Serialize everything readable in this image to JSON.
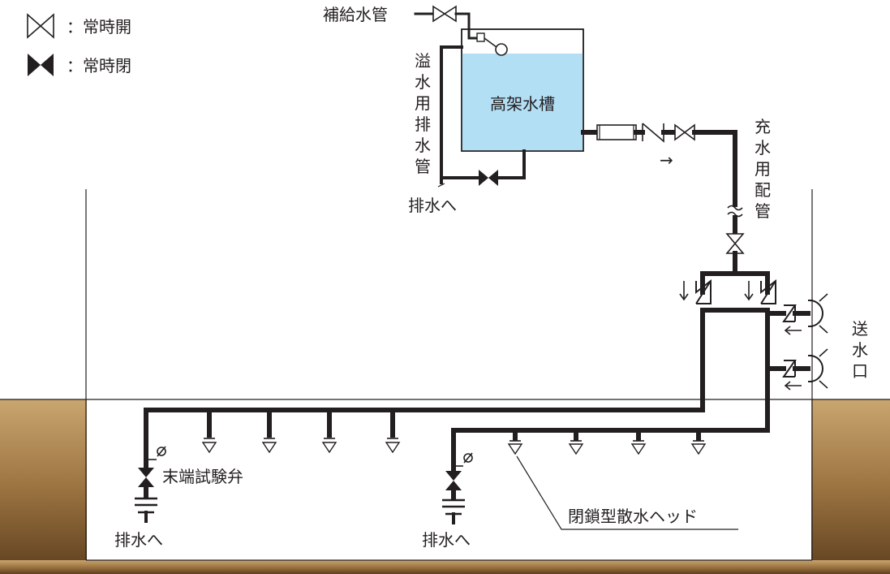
{
  "legend": {
    "open_label": "：常時開",
    "closed_label": "：常時閉"
  },
  "labels": {
    "supply_pipe": "補給水管",
    "overflow_pipe": "溢水用排水管",
    "tank": "高架水槽",
    "tank_drain": "排水へ",
    "fill_pipe": "充水用配管",
    "inlet": "送水口",
    "end_valve": "末端試験弁",
    "drain_left": "排水へ",
    "drain_mid": "排水へ",
    "sprinkler_head": "閉鎖型散水ヘッド",
    "flow_arrow": "→"
  },
  "colors": {
    "line": "#231f20",
    "tank_water": "#b3dff5",
    "ground_light": "#c4a06e",
    "ground_dark": "#6b4a26"
  }
}
